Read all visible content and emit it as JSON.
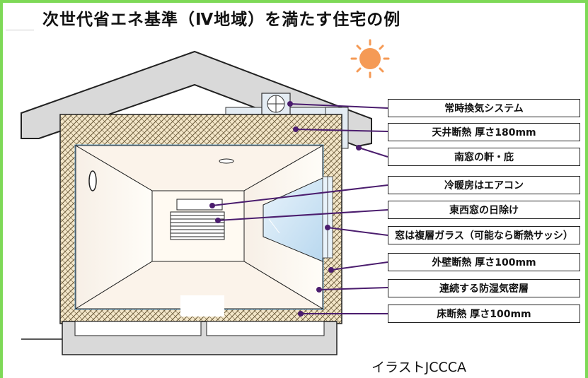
{
  "title": "次世代省エネ基準（Ⅳ地域）を満たす住宅の例",
  "labels": [
    "常時換気システム",
    "天井断熱 厚さ180mm",
    "南窓の軒・庇",
    "冷暖房はエアコン",
    "東西窓の日除け",
    "窓は複層ガラス（可能なら断熱サッシ）",
    "外壁断熱 厚さ100mm",
    "連続する防湿気密層",
    "床断熱 厚さ100mm"
  ],
  "credit": "イラストJCCCA",
  "colors": {
    "frame": "#7ed957",
    "leader": "#4b1d6e",
    "roof": "#d9d9d9",
    "insulation": "#f3e6c8",
    "sun": "#f59a55"
  }
}
